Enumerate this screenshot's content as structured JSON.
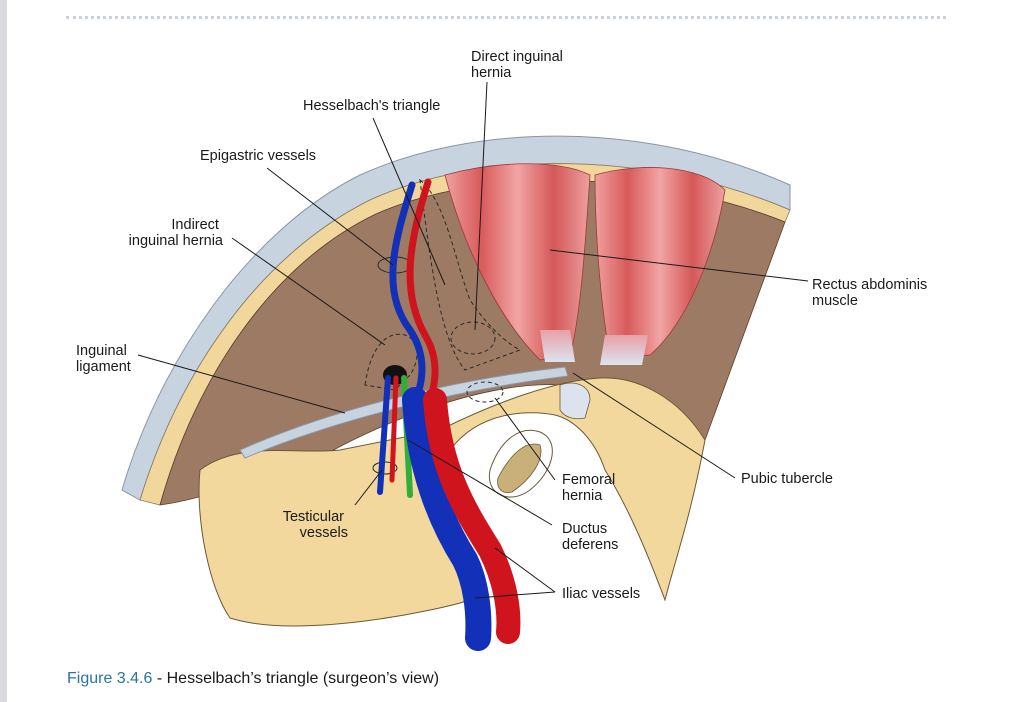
{
  "labels": {
    "direct_inguinal_hernia": [
      "Direct inguinal",
      "hernia"
    ],
    "hesselbachs_triangle": [
      "Hesselbach's triangle"
    ],
    "epigastric_vessels": [
      "Epigastric vessels"
    ],
    "indirect_inguinal_hernia": [
      "Indirect",
      "inguinal hernia"
    ],
    "inguinal_ligament": [
      "Inguinal",
      "ligament"
    ],
    "rectus_abdominis_muscle": [
      "Rectus abdominis",
      "muscle"
    ],
    "pubic_tubercle": [
      "Pubic tubercle"
    ],
    "femoral_hernia": [
      "Femoral",
      "hernia"
    ],
    "testicular_vessels": [
      "Testicular",
      "vessels"
    ],
    "ductus_deferens": [
      "Ductus",
      "deferens"
    ],
    "iliac_vessels": [
      "Iliac vessels"
    ]
  },
  "caption": {
    "figure_number": "Figure 3.4.6",
    "separator": " - ",
    "text": "Hesselbach’s triangle (surgeon’s view)"
  },
  "colors": {
    "abdominal_wall": "#9c7a64",
    "peritoneum_rim": "#c8d3e0",
    "fat_layer": "#f2d79c",
    "bone": "#f2d89c",
    "ligament": "#c8d3e0",
    "muscle": "#e06a6a",
    "artery": "#d0141e",
    "vein": "#1230b8",
    "ductus": "#2fae3a"
  }
}
